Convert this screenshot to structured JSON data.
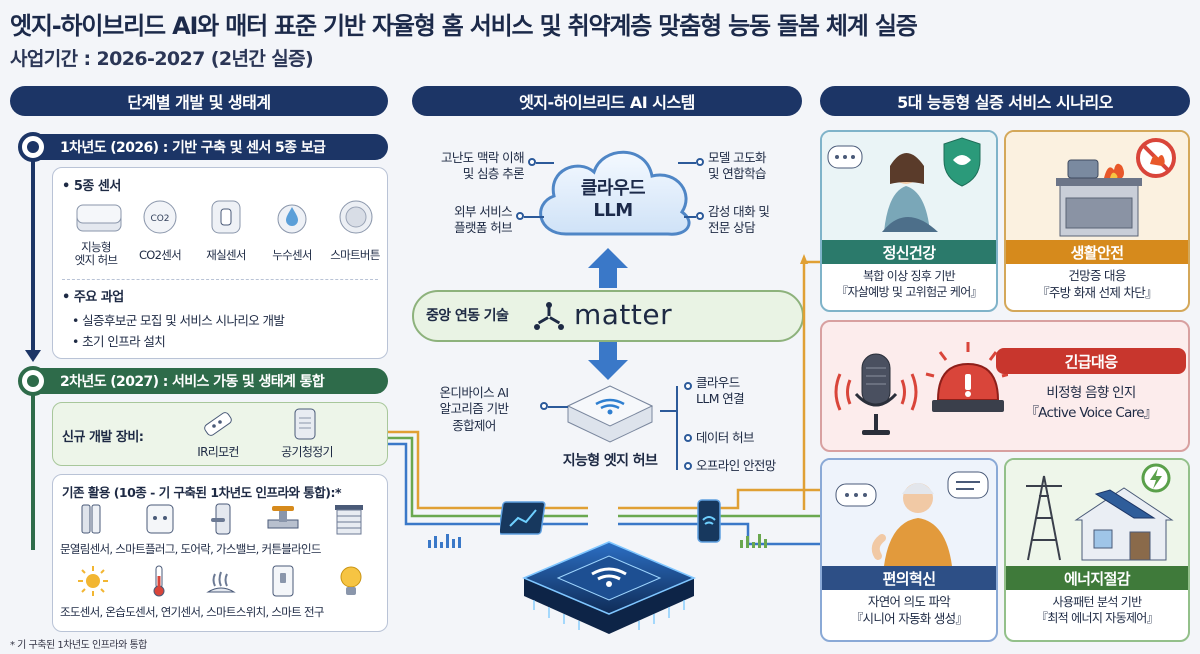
{
  "header": {
    "title": "엣지-하이브리드 AI와 매터 표준 기반 자율형 홈 서비스 및 취약계층 맞춤형 능동 돌봄 체계 실증",
    "period": "사업기간 : 2026-2027 (2년간 실증)"
  },
  "left": {
    "heading": "단계별 개발 및 생태계",
    "phase1": {
      "label": "1차년도 (2026) : 기반 구축 및 센서 5종 보급",
      "sensors_title": "• 5종 센서",
      "sensors": [
        "지능형\n엣지 허브",
        "CO2센서",
        "재실센서",
        "누수센서",
        "스마트버튼"
      ],
      "tasks_title": "• 주요 과업",
      "tasks": [
        "• 실증후보군 모집 및 서비스 시나리오 개발",
        "• 초기 인프라 설치"
      ]
    },
    "phase2": {
      "label": "2차년도 (2027) : 서비스 가동 및 생태계 통합",
      "new_title": "신규 개발 장비:",
      "new_devices": [
        "IR리모컨",
        "공기청정기"
      ],
      "existing_title": "기존 활용 (10종 - 기 구축된 1차년도 인프라와 통합):*",
      "existing_row1": "문열림센서, 스마트플러그, 도어락, 가스밸브, 커튼블라인드",
      "existing_row2": "조도센서, 온습도센서, 연기센서, 스마트스위치, 스마트 전구"
    },
    "footnote": "* 기 구축된 1차년도 인프라와 통합"
  },
  "center": {
    "heading": "엣지-하이브리드 AI 시스템",
    "cloud": "클라우드\nLLM",
    "cloud_left": [
      "고난도 맥락 이해\n및 심층 추론",
      "외부 서비스\n플랫폼 허브"
    ],
    "cloud_right": [
      "모델 고도화\n및 연합학습",
      "감성 대화 및\n전문 상담"
    ],
    "matter_label": "중앙 연동 기술",
    "matter_logo": "matter",
    "hub_left": "온디바이스 AI\n알고리즘 기반\n종합제어",
    "hub_right": [
      "클라우드\nLLM 연결",
      "데이터 허브",
      "오프라인 안전망"
    ],
    "hub_label": "지능형 엣지 허브"
  },
  "right": {
    "heading": "5대 능동형 실증 서비스 시나리오",
    "cards": [
      {
        "title": "정신건강",
        "text": "복합 이상 징후 기반\n『자살예방 및 고위험군 케어』"
      },
      {
        "title": "생활안전",
        "text": "건망증 대응\n『주방 화재 선제 차단』"
      },
      {
        "title": "긴급대응",
        "text": "비정형 음향 인지\n『Active Voice Care』"
      },
      {
        "title": "편의혁신",
        "text": "자연어 의도 파악\n『시니어 자동화 생성』"
      },
      {
        "title": "에너지절감",
        "text": "사용패턴 분석 기반\n『최적 에너지 자동제어』"
      }
    ]
  },
  "colors": {
    "navy": "#1c3566",
    "green": "#2e6b4a",
    "teal": "#2b7a6b",
    "orange": "#d68a1c",
    "red": "#c8362d"
  }
}
